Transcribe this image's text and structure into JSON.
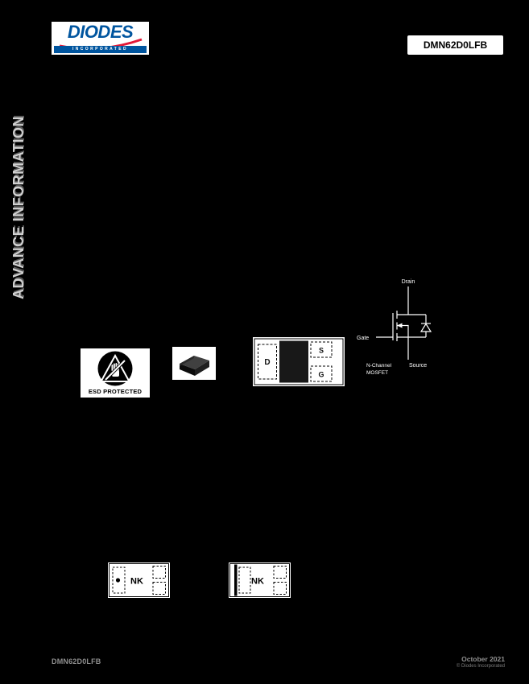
{
  "colors": {
    "page_background": "#000000",
    "brand_blue": "#00559f",
    "brand_red": "#e31837",
    "watermark_gray": "#d0d0d0",
    "footer_gray": "#8f8f8f"
  },
  "header": {
    "logo_brand": "DIODES",
    "logo_sub": "INCORPORATED",
    "part_number": "DMN62D0LFB"
  },
  "watermark": {
    "text": "ADVANCE INFORMATION"
  },
  "esd_badge": {
    "label": "ESD PROTECTED"
  },
  "package_outline": {
    "pin_d": "D",
    "pin_s": "S",
    "pin_g": "G"
  },
  "schematic": {
    "drain_label": "Drain",
    "gate_label": "Gate",
    "source_label": "Source",
    "caption_line1": "N-Channel",
    "caption_line2": "MOSFET"
  },
  "marking": {
    "code": "NK"
  },
  "footer": {
    "part_number": "DMN62D0LFB",
    "date": "October 2021",
    "copyright": "© Diodes Incorporated"
  }
}
